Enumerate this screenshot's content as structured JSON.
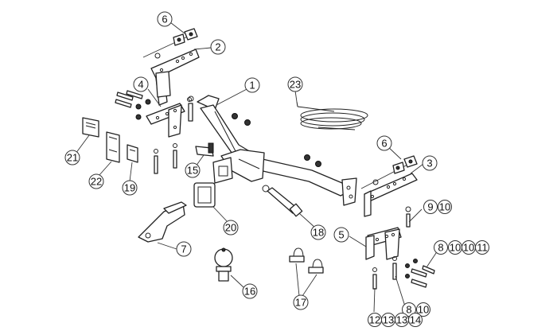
{
  "title": "Tow hitch exploded parts diagram",
  "parts": [
    {
      "id": "hitch-crossbar",
      "callouts": [
        "1"
      ]
    },
    {
      "id": "left-upper-bracket",
      "callouts": [
        "2"
      ]
    },
    {
      "id": "right-upper-bracket",
      "callouts": [
        "3"
      ]
    },
    {
      "id": "left-lower-bracket",
      "callouts": [
        "4"
      ]
    },
    {
      "id": "right-lower-bracket",
      "callouts": [
        "5"
      ]
    },
    {
      "id": "left-fish-wire-nut-plate",
      "callouts": [
        "6"
      ]
    },
    {
      "id": "right-fish-wire-nut-plate",
      "callouts": [
        "6"
      ]
    },
    {
      "id": "ball-mount",
      "callouts": [
        "7"
      ]
    },
    {
      "id": "bolt-set-a",
      "callouts": [
        "8",
        "10",
        "10",
        "11"
      ]
    },
    {
      "id": "bolt-set-b",
      "callouts": [
        "8",
        "10"
      ]
    },
    {
      "id": "bolt-set-c",
      "callouts": [
        "9",
        "10"
      ]
    },
    {
      "id": "bolt-set-d",
      "callouts": [
        "12",
        "13",
        "13",
        "14"
      ]
    },
    {
      "id": "electrical-bracket",
      "callouts": [
        "15"
      ]
    },
    {
      "id": "tow-ball",
      "callouts": [
        "16"
      ]
    },
    {
      "id": "safety-shackles",
      "callouts": [
        "17"
      ]
    },
    {
      "id": "hitch-pin",
      "callouts": [
        "18"
      ]
    },
    {
      "id": "label-small",
      "callouts": [
        "19"
      ]
    },
    {
      "id": "receiver-cover",
      "callouts": [
        "20"
      ]
    },
    {
      "id": "label-instructions",
      "callouts": [
        "21"
      ]
    },
    {
      "id": "label-tall",
      "callouts": [
        "22"
      ]
    },
    {
      "id": "wiring-harness",
      "callouts": [
        "23"
      ]
    }
  ],
  "labels": {
    "c1": "1",
    "c2": "2",
    "c3": "3",
    "c4": "4",
    "c5": "5",
    "c6a": "6",
    "c6b": "6",
    "c7": "7",
    "c8a": "8",
    "c10a": "10",
    "c10b": "10",
    "c11": "11",
    "c8b": "8",
    "c10c": "10",
    "c9": "9",
    "c10d": "10",
    "c12": "12",
    "c13a": "13",
    "c13b": "13",
    "c14": "14",
    "c15": "15",
    "c16": "16",
    "c17": "17",
    "c18": "18",
    "c19": "19",
    "c20": "20",
    "c21": "21",
    "c22": "22",
    "c23": "23"
  }
}
